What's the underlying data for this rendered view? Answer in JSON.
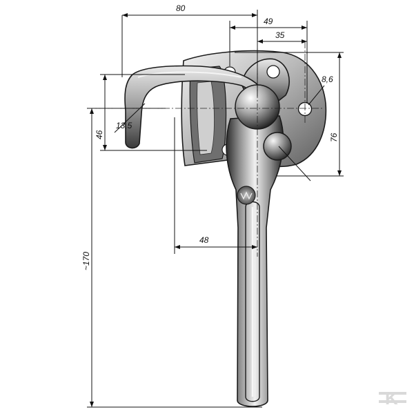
{
  "dimensions": {
    "overall_width": "80",
    "top_offset_49": "49",
    "top_offset_35": "35",
    "hole_diameter": "8,6",
    "hook_radius": "13,5",
    "hook_height": "46",
    "plate_height": "76",
    "handle_offset": "48",
    "overall_length": "~170"
  },
  "watermark": {
    "glyph": "K"
  },
  "colors": {
    "dimension_line": "#111111",
    "metal_dark": "#2a2a2a",
    "metal_mid": "#7a7a7a",
    "metal_light": "#d6d6d6",
    "watermark": "#d9d9d9"
  }
}
